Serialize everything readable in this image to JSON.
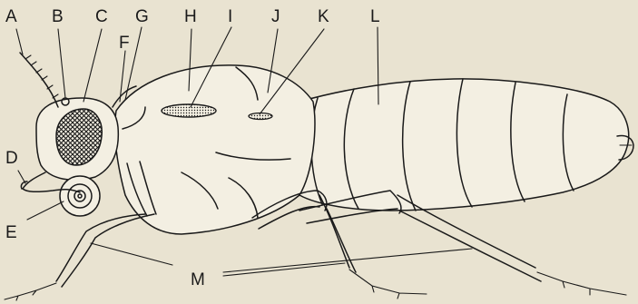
{
  "figure": {
    "labels": {
      "A": "A",
      "B": "B",
      "C": "C",
      "G": "G",
      "H": "H",
      "I": "I",
      "J": "J",
      "K": "K",
      "L": "L",
      "F": "F",
      "D": "D",
      "E": "E",
      "M": "M"
    },
    "colors": {
      "background": "#e9e3d1",
      "ink": "#1a1a1a"
    }
  }
}
